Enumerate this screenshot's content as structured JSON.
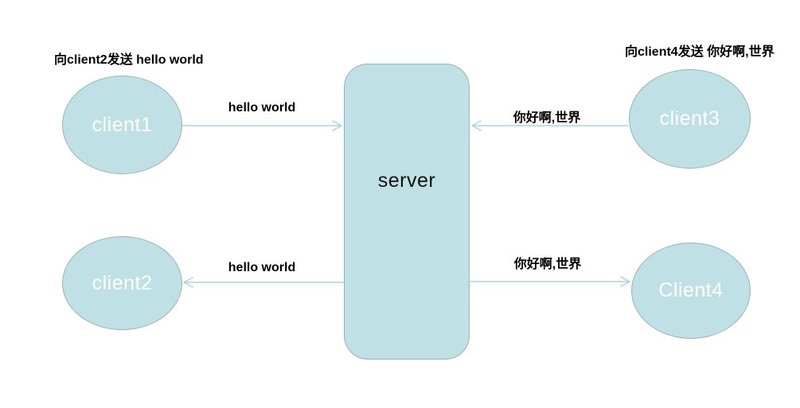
{
  "diagram_title": "client-server message flow",
  "colors": {
    "node_fill": "#bfe0e4",
    "node_border": "#9cb2b6",
    "arrow": "#aad5de",
    "node_text": "#ffffff",
    "server_text": "#111111",
    "label_text": "#000000",
    "background": "#ffffff"
  },
  "annotations": {
    "left": "向client2发送 hello world",
    "right": "向client4发送 你好啊,世界"
  },
  "nodes": {
    "client1": {
      "label": "client1"
    },
    "client2": {
      "label": "client2"
    },
    "client3": {
      "label": "client3"
    },
    "client4": {
      "label": "Client4"
    },
    "server": {
      "label": "server"
    }
  },
  "edges": [
    {
      "from": "client1",
      "to": "server",
      "label": "hello world",
      "direction": "right"
    },
    {
      "from": "client3",
      "to": "server",
      "label": "你好啊,世界",
      "direction": "left"
    },
    {
      "from": "server",
      "to": "client2",
      "label": "hello world",
      "direction": "left"
    },
    {
      "from": "server",
      "to": "client4",
      "label": "你好啊,世界",
      "direction": "right"
    }
  ]
}
